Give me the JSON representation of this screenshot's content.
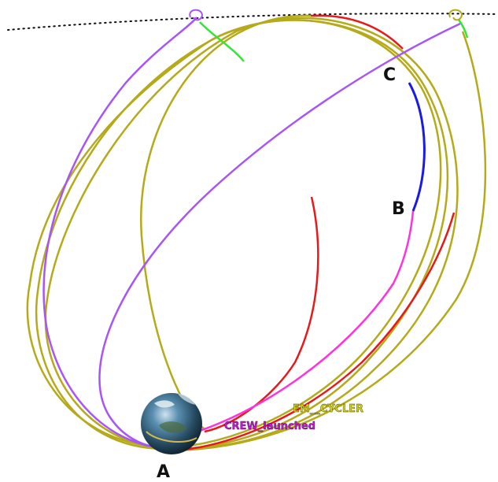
{
  "labels": {
    "point_a": "A",
    "point_b": "B",
    "point_c": "C"
  },
  "vehicles": {
    "cycler": "EM__CYCLER",
    "crew": "CREW_launched"
  },
  "colors": {
    "cycler_orbit": "#b5aa1a",
    "crew_transfer": "#a855f7",
    "crew_arc": "#ff33dd",
    "red_arc": "#e81919",
    "blue_arc": "#1a1ae6",
    "green_arc": "#33e633",
    "moon_orbit_dotted": "#111111",
    "cycler_label_fill": "#d4d418",
    "crew_label_fill": "#c01ad0"
  },
  "icons": {
    "earth": "earth-globe-icon"
  }
}
